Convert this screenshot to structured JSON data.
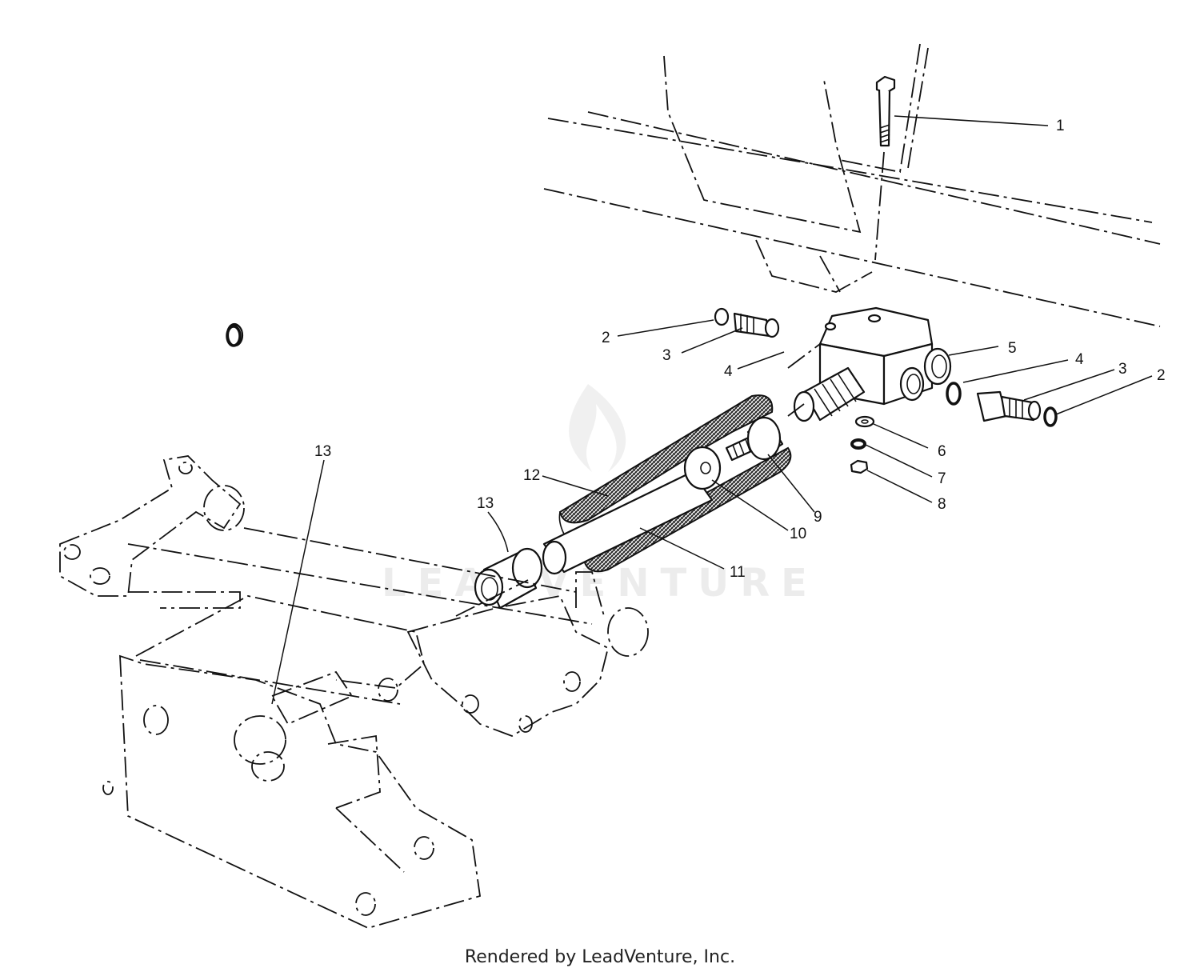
{
  "watermark": "LEADVENTURE",
  "footer": "Rendered by LeadVenture, Inc.",
  "callouts": [
    {
      "id": "c1",
      "text": "1"
    },
    {
      "id": "c2a",
      "text": "2"
    },
    {
      "id": "c3a",
      "text": "3"
    },
    {
      "id": "c4a",
      "text": "4"
    },
    {
      "id": "c5",
      "text": "5"
    },
    {
      "id": "c4b",
      "text": "4"
    },
    {
      "id": "c3b",
      "text": "3"
    },
    {
      "id": "c2b",
      "text": "2"
    },
    {
      "id": "c6",
      "text": "6"
    },
    {
      "id": "c7",
      "text": "7"
    },
    {
      "id": "c8",
      "text": "8"
    },
    {
      "id": "c9",
      "text": "9"
    },
    {
      "id": "c10",
      "text": "10"
    },
    {
      "id": "c11",
      "text": "11"
    },
    {
      "id": "c12",
      "text": "12"
    },
    {
      "id": "c13a",
      "text": "13"
    },
    {
      "id": "c13b",
      "text": "13"
    }
  ]
}
